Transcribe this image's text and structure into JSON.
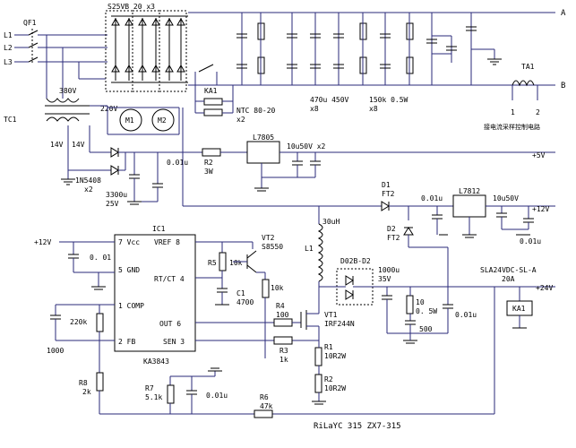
{
  "labels": {
    "qf1": "QF1",
    "l1": "L1",
    "l2": "L2",
    "l3": "L3",
    "bridge": "S25VB 20 x3",
    "node_a": "A",
    "node_b": "B",
    "v380": "380V",
    "v220": "220V",
    "tc1": "TC1",
    "v14a": "14V",
    "v14b": "14V",
    "m1": "M1",
    "m2": "M2",
    "ka1_top": "KA1",
    "ntc": "NTC  80-20",
    "ntc_x2": "x2",
    "cap_470": "470u 450V",
    "cap_470_x8": "x8",
    "res_150k": "150k 0.5W",
    "res_150k_x8": "x8",
    "ta1": "TA1",
    "ta1_p1": "1",
    "ta1_p2": "2",
    "ta1_note": "接电流采样控制电路",
    "in5408": "1N5408",
    "in5408_x2": "x2",
    "c_01u_a": "0.01u",
    "c_3300": "3300u",
    "c_3300_v": "25V",
    "r2": "R2",
    "r2_val": "3W",
    "l7805": "L7805",
    "c_10u50v": "10u50V  x2",
    "plus5v": "+5V",
    "d1": "D1",
    "d1_val": "FT2",
    "d2": "D2",
    "d2_val": "FT2",
    "c_01u_b": "0.01u",
    "l7812": "L7812",
    "c_10u50v_b": "10u50V",
    "c_01u_c": "0.01u",
    "plus12v_out": "+12V",
    "ic1": "IC1",
    "plus12v_in": "+12V",
    "pin7": "7 Vcc",
    "pin8": "VREF 8",
    "pin5": "5 GND",
    "pin4": "RT/CT 4",
    "pin1": "1 COMP",
    "pin6": "OUT 6",
    "pin2": "2 FB",
    "pin3": "SEN 3",
    "c_001": "0. 01",
    "r220k": "220k",
    "c1000": "1000",
    "ka3843": "KA3843",
    "vt2": "VT2",
    "vt2_part": "S8550",
    "r5": "R5",
    "r10k_a": "10k",
    "c1": "C1",
    "c1_val": "4700",
    "r10k_b": "10k",
    "r4": "R4",
    "r4_val": "100",
    "vt1": "VT1",
    "vt1_part": "IRF244N",
    "r3": "R3",
    "r3_val": "1k",
    "r1": "R1",
    "r1_val": "10R2W",
    "r2b": "R2",
    "r2b_val": "10R2W",
    "l1_ind": "L1",
    "inductor_val": "30uH",
    "d02": "D02B-D2",
    "c_1000u": "1000u",
    "c_1000u_v": "35V",
    "r10_val": "10",
    "r10_w": "0. 5W",
    "c500": "500",
    "c_01u_d": "0.01u",
    "relay": "SLA24VDC-SL-A",
    "relay_20a": "20A",
    "plus24v": "+24V",
    "ka1_coil": "KA1",
    "r8": "R8",
    "r8_val": "2k",
    "r7": "R7",
    "r7_val": "5.1k",
    "c_01u_e": "0.01u",
    "r6": "R6",
    "r6_val": "47k",
    "footer": "RiLaYC 315  ZX7-315"
  }
}
